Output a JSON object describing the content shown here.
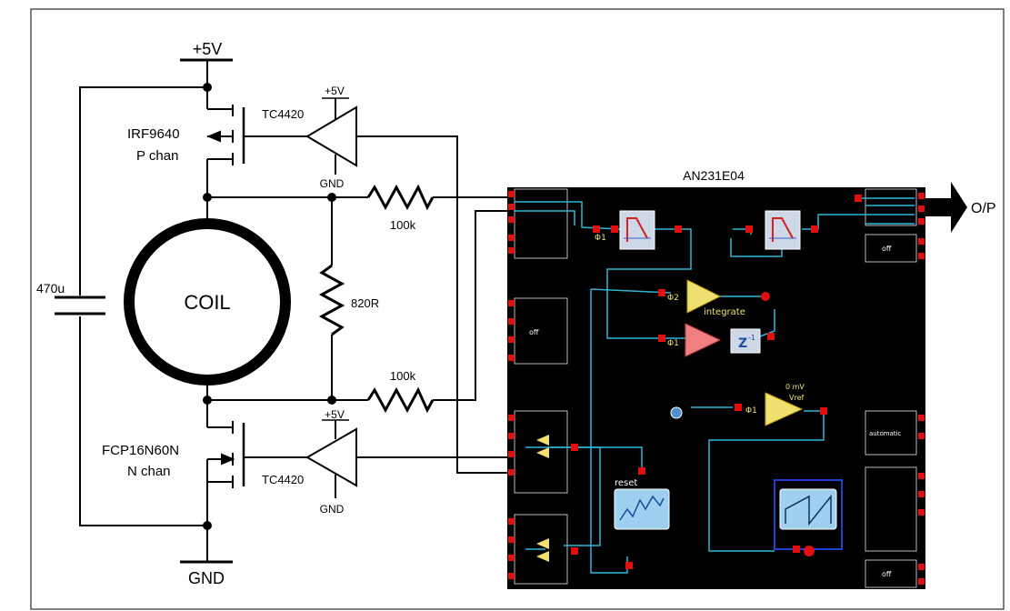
{
  "supply": {
    "vplus": "+5V",
    "gnd": "GND"
  },
  "pmos": {
    "part": "IRF9640",
    "type": "P chan"
  },
  "nmos": {
    "part": "FCP16N60N",
    "type": "N chan"
  },
  "driver_top": {
    "part": "TC4420",
    "vplus": "+5V",
    "gnd": "GND"
  },
  "driver_bottom": {
    "part": "TC4420",
    "vplus": "+5V",
    "gnd": "GND"
  },
  "capacitor": {
    "value": "470u"
  },
  "coil": {
    "label": "COIL"
  },
  "resistor_top": {
    "value": "100k"
  },
  "resistor_bottom": {
    "value": "100k"
  },
  "resistor_mid": {
    "value": "820R"
  },
  "fpaa": {
    "name": "AN231E04",
    "output": "O/P",
    "cell_labels": {
      "integrate": "integrate",
      "z": "Z",
      "z_sup": "-1",
      "reset": "reset",
      "vref_value": "0 mV",
      "vref": "Vref",
      "off1": "off",
      "off2": "off",
      "off3": "off",
      "automatic": "automatic",
      "phi1": "Φ1",
      "phi2": "Φ2"
    }
  },
  "colors": {
    "fpaa_bg": "#000000",
    "wire_cyan": "#2fb6d6",
    "node_red": "#e01010",
    "opamp_yellow": "#f0e070",
    "integrator_pink": "#f08080"
  }
}
